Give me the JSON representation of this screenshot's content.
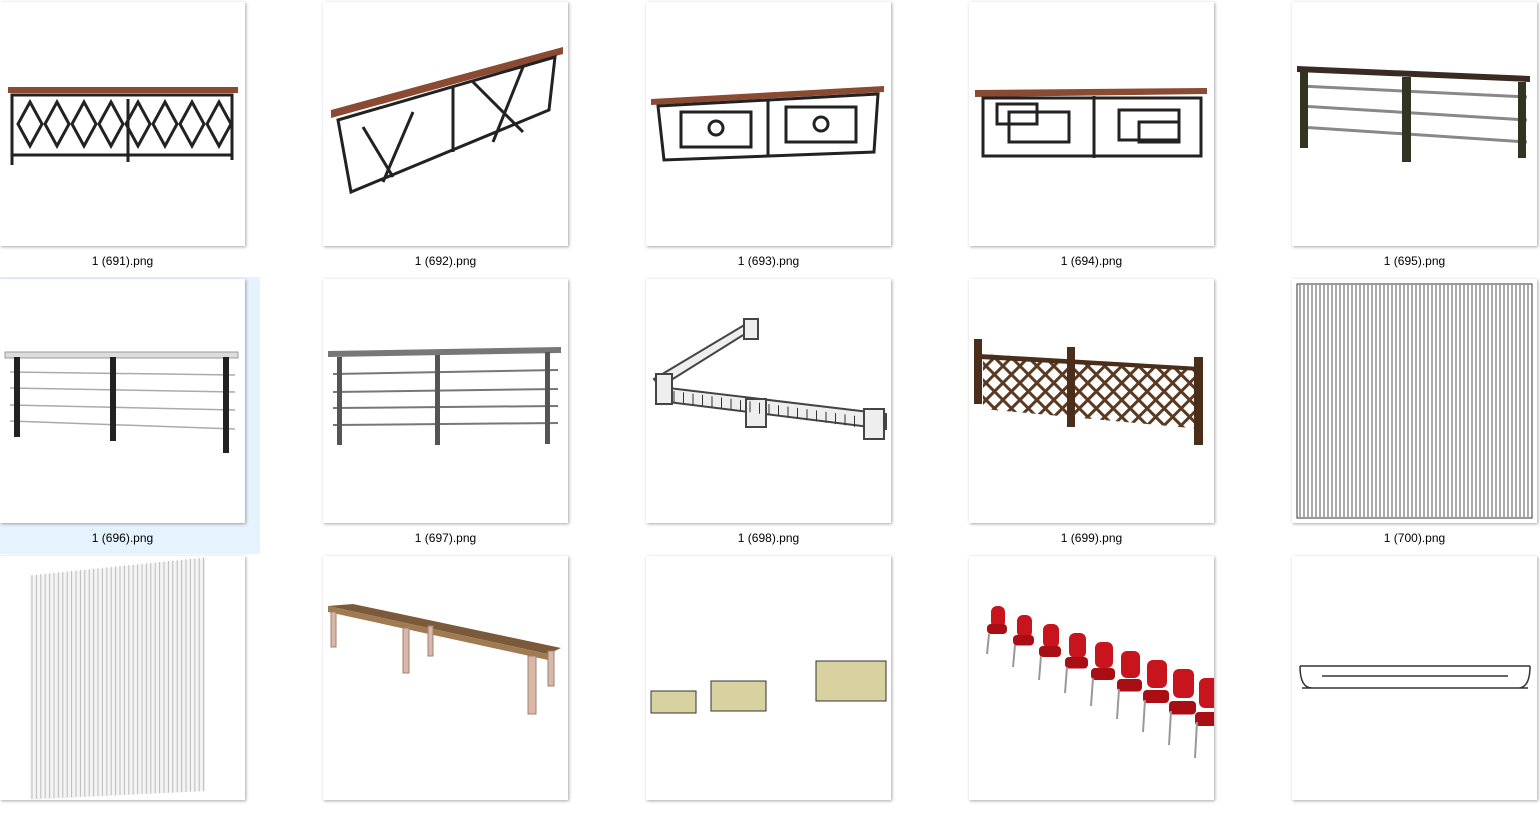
{
  "files": [
    {
      "name": "1 (691).png",
      "icon": "railing-diamond-thumbnail"
    },
    {
      "name": "1 (692).png",
      "icon": "railing-angled-thumbnail"
    },
    {
      "name": "1 (693).png",
      "icon": "railing-scroll-thumbnail"
    },
    {
      "name": "1 (694).png",
      "icon": "railing-fret-thumbnail"
    },
    {
      "name": "1 (695).png",
      "icon": "railing-bars-thumbnail"
    },
    {
      "name": "1 (696).png",
      "icon": "railing-cable-thumbnail",
      "hovered": true
    },
    {
      "name": "1 (697).png",
      "icon": "railing-cable-grey-thumbnail"
    },
    {
      "name": "1 (698).png",
      "icon": "balustrade-corner-thumbnail"
    },
    {
      "name": "1 (699).png",
      "icon": "lattice-fence-thumbnail"
    },
    {
      "name": "1 (700).png",
      "icon": "vertical-slats-thumbnail"
    },
    {
      "name": "",
      "icon": "slat-panel-thumbnail"
    },
    {
      "name": "",
      "icon": "bench-thumbnail"
    },
    {
      "name": "",
      "icon": "corbels-thumbnail"
    },
    {
      "name": "",
      "icon": "red-chairs-thumbnail"
    },
    {
      "name": "",
      "icon": "molding-profile-thumbnail"
    }
  ],
  "colors": {
    "hover": "#e5f3ff"
  }
}
